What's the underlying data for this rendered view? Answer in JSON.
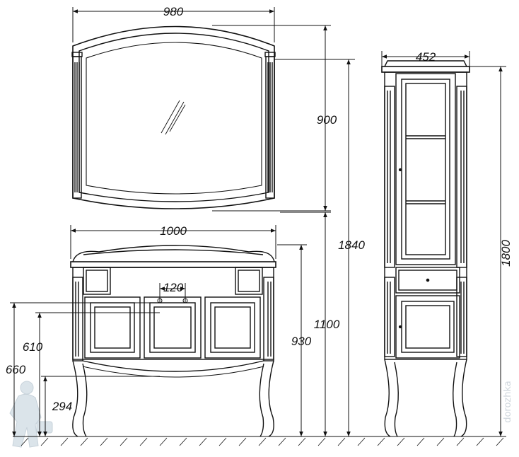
{
  "dimensions": {
    "mirror_width": "980",
    "mirror_height": "900",
    "column_width": "452",
    "column_height": "1800",
    "total_height": "1840",
    "vanity_width": "1000",
    "vanity_height": "1100",
    "countertop_height": "930",
    "faucet_spacing": "120",
    "drain_height_upper": "660",
    "drain_height_lower": "610",
    "floor_pipe_height": "294"
  },
  "watermark": {
    "text": "dorozhka"
  },
  "colors": {
    "line": "#111111",
    "watermark": "#cfd6dc"
  }
}
